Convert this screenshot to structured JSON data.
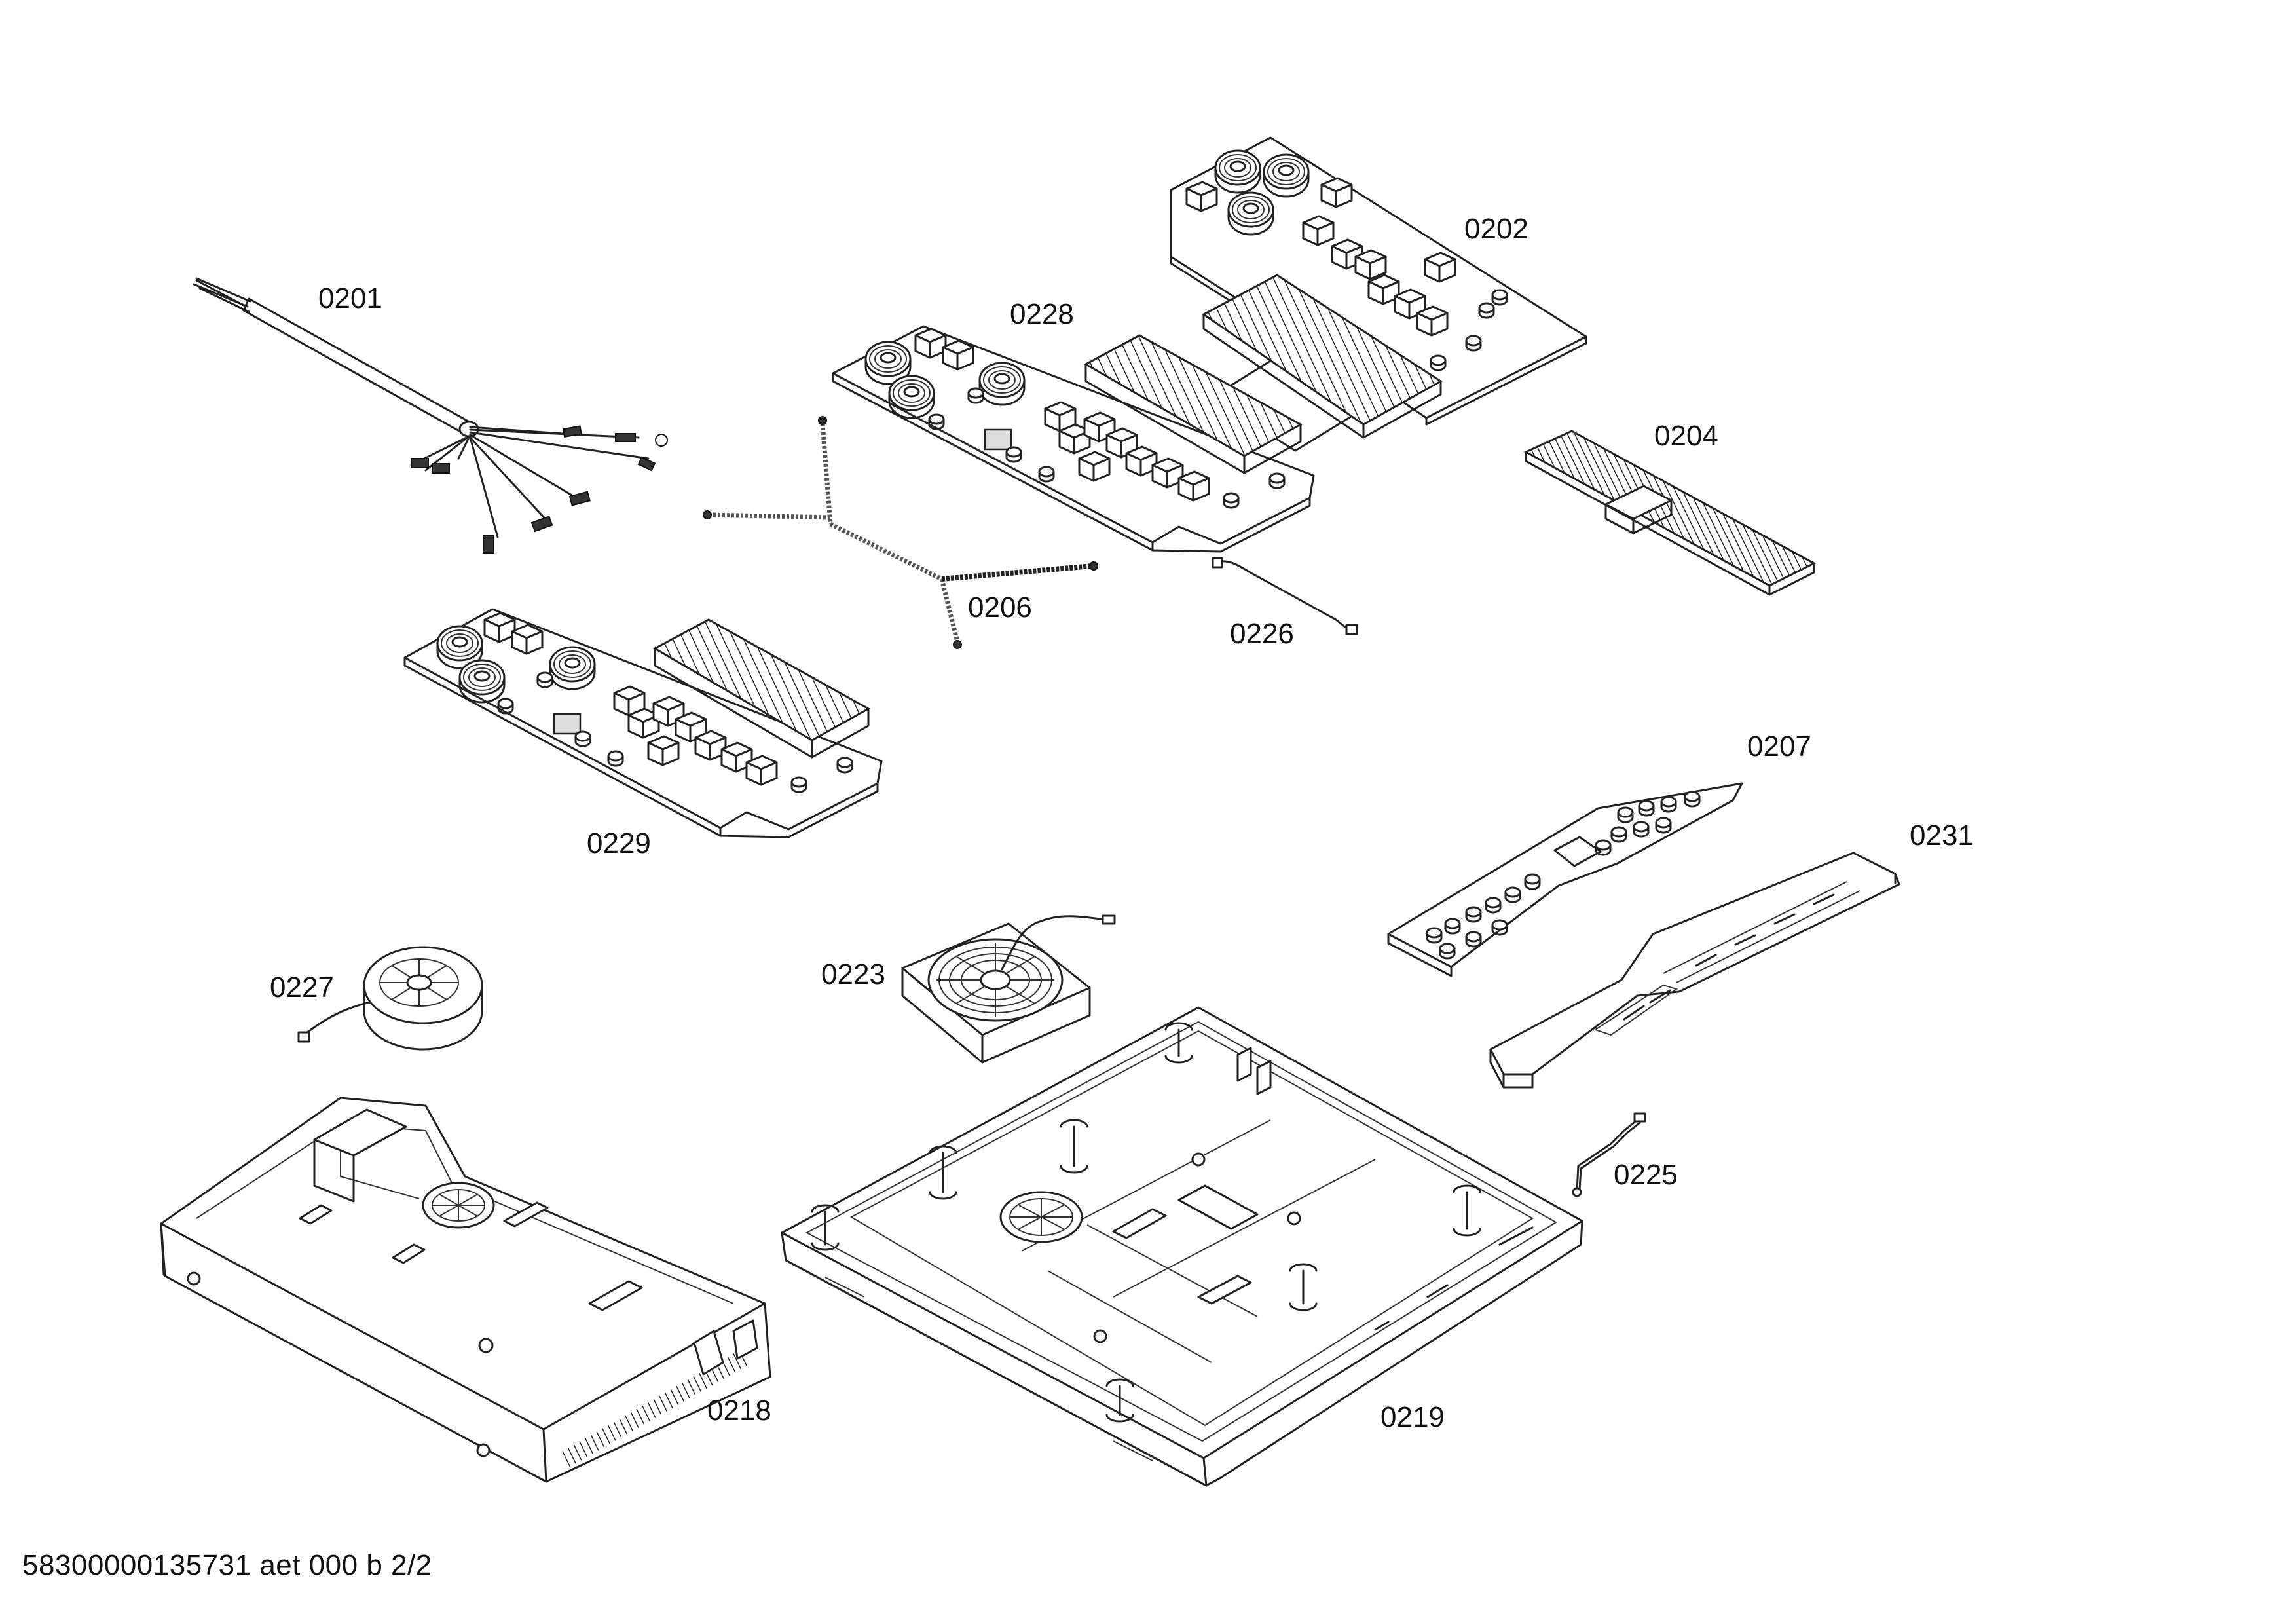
{
  "parts": [
    {
      "id": "0201"
    },
    {
      "id": "0202"
    },
    {
      "id": "0204"
    },
    {
      "id": "0206"
    },
    {
      "id": "0207"
    },
    {
      "id": "0218"
    },
    {
      "id": "0219"
    },
    {
      "id": "0223"
    },
    {
      "id": "0225"
    },
    {
      "id": "0226"
    },
    {
      "id": "0227"
    },
    {
      "id": "0228"
    },
    {
      "id": "0229"
    },
    {
      "id": "0231"
    }
  ],
  "footer": "58300000135731 aet 000 b 2/2"
}
